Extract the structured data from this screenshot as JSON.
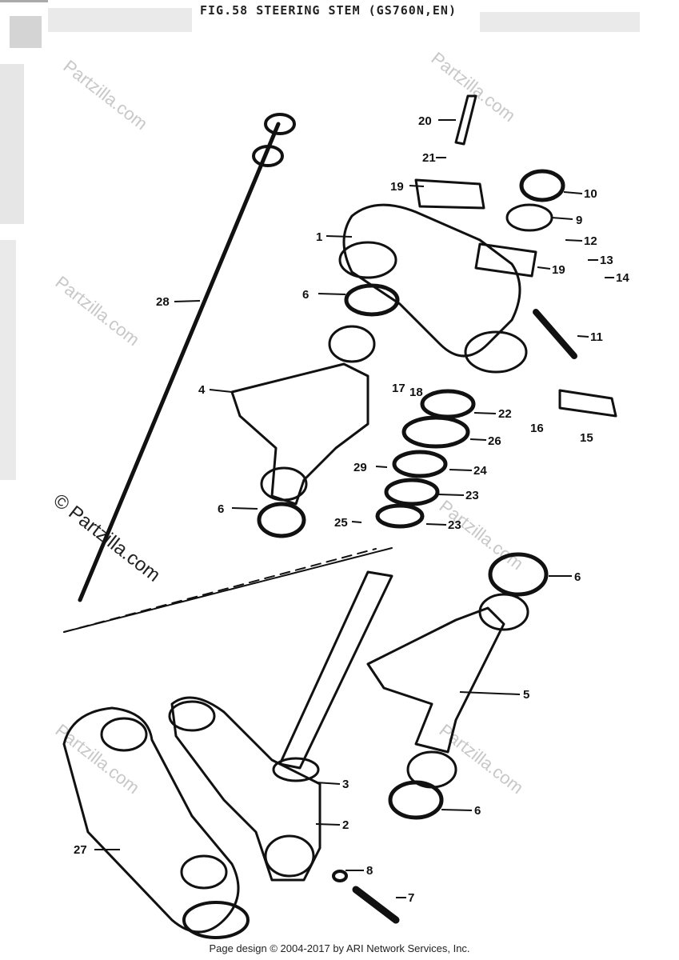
{
  "title": "FIG.58 STEERING STEM (GS760N,EN)",
  "footer": "Page design © 2004-2017 by ARI Network Services, Inc.",
  "watermark": "Partzilla.com",
  "watermark_copyright": "© Partzilla.com",
  "callouts": [
    "1",
    "2",
    "3",
    "4",
    "5",
    "6",
    "6",
    "6",
    "6",
    "7",
    "8",
    "9",
    "10",
    "11",
    "12",
    "13",
    "14",
    "15",
    "16",
    "17",
    "18",
    "19",
    "19",
    "20",
    "21",
    "22",
    "23",
    "23",
    "24",
    "25",
    "26",
    "27",
    "28",
    "29"
  ],
  "colors": {
    "ink": "#111111",
    "paper": "#ffffff",
    "watermark": "#c8c8c8"
  }
}
